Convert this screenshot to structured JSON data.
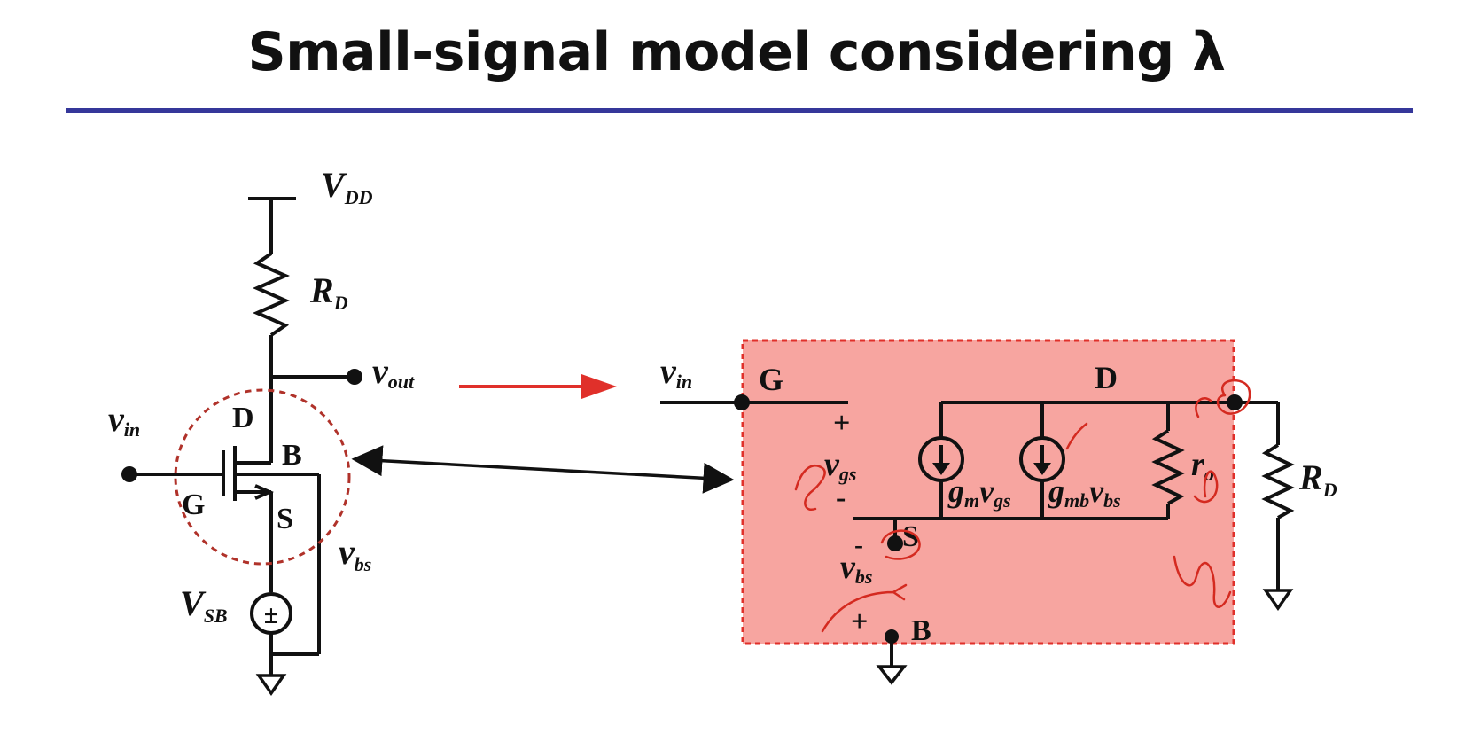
{
  "slide": {
    "title": "Small-signal model considering λ"
  },
  "colors": {
    "title_rule": "#35379a",
    "model_box_fill": "#f7a5a0",
    "model_box_border": "#e0302a",
    "mapping_arrow": "#e0302a",
    "circle_highlight": "#c0392b",
    "handwriting": "#d42a20"
  },
  "left_circuit": {
    "supply": {
      "main": "V",
      "sub": "DD"
    },
    "drain_resistor": {
      "main": "R",
      "sub": "D"
    },
    "output": {
      "main": "v",
      "sub": "out"
    },
    "input": {
      "main": "v",
      "sub": "in"
    },
    "terminals": {
      "drain": "D",
      "gate": "G",
      "source": "S",
      "body": "B"
    },
    "vbs": {
      "main": "v",
      "sub": "bs"
    },
    "body_source": {
      "main": "V",
      "sub": "SB",
      "symbol": "±"
    }
  },
  "model": {
    "input": {
      "main": "v",
      "sub": "in"
    },
    "gate": "G",
    "drain": "D",
    "source": "S",
    "body": "B",
    "vgs": {
      "main": "v",
      "sub": "gs",
      "plus": "+",
      "minus": "-"
    },
    "vbs": {
      "main": "v",
      "sub": "bs",
      "plus": "+",
      "minus": "-"
    },
    "gm_source": {
      "g": "g",
      "g_sub": "m",
      "v": "v",
      "v_sub": "gs"
    },
    "gmb_source": {
      "g": "g",
      "g_sub": "mb",
      "v": "v",
      "v_sub": "bs"
    },
    "ro": {
      "main": "r",
      "sub": "o"
    },
    "load": {
      "main": "R",
      "sub": "D"
    }
  }
}
